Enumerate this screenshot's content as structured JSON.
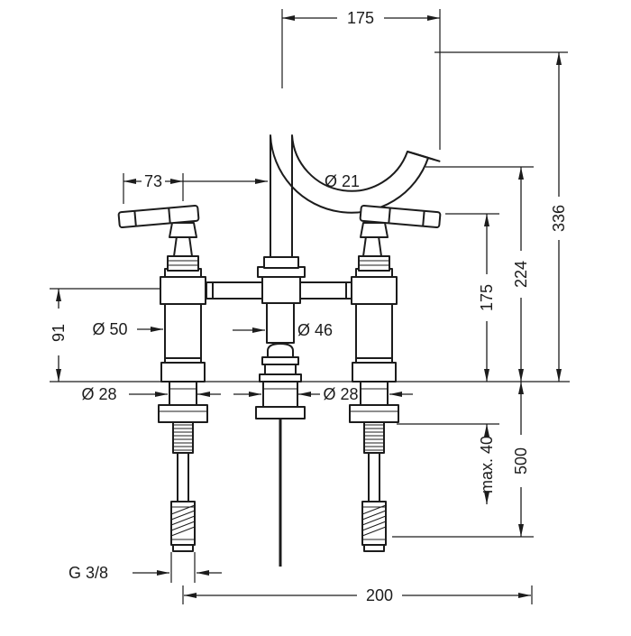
{
  "colors": {
    "line": "#1c1c1c",
    "background": "#ffffff"
  },
  "dims": {
    "spout_reach": "175",
    "spout_tube_diameter": "Ø 21",
    "handle_projection": "73",
    "total_height": "336",
    "spout_outlet_height": "224",
    "handle_top_height": "175",
    "body_height": "91",
    "body_diameter": "Ø 50",
    "center_body_diameter": "Ø 46",
    "shank_diameter_left": "Ø 28",
    "shank_diameter_right": "Ø 28",
    "max_deck_thickness": "max. 40",
    "hose_length": "500",
    "supply_thread": "G 3/8",
    "hole_spacing": "200"
  }
}
